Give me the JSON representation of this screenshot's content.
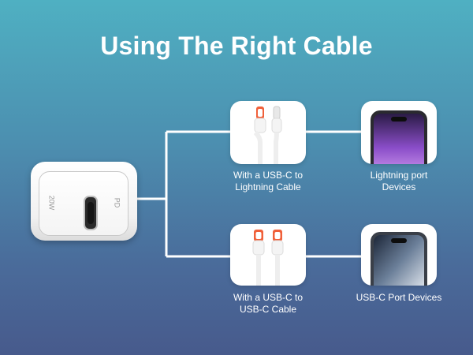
{
  "title": "Using The Right Cable",
  "charger": {
    "wattage": "20W",
    "protocol": "PD"
  },
  "rows": [
    {
      "cable_label_line1": "With a USB-C to",
      "cable_label_line2": "Lightning Cable",
      "device_label_line1": "Lightning port",
      "device_label_line2": "Devices"
    },
    {
      "cable_label_line1": "With a USB-C to",
      "cable_label_line2": "USB-C Cable",
      "device_label_line1": "USB-C Port Devices",
      "device_label_line2": ""
    }
  ],
  "colors": {
    "background_top": "#4fb0c2",
    "background_bottom": "#475a8c",
    "connector_tip": "#f0603a"
  }
}
